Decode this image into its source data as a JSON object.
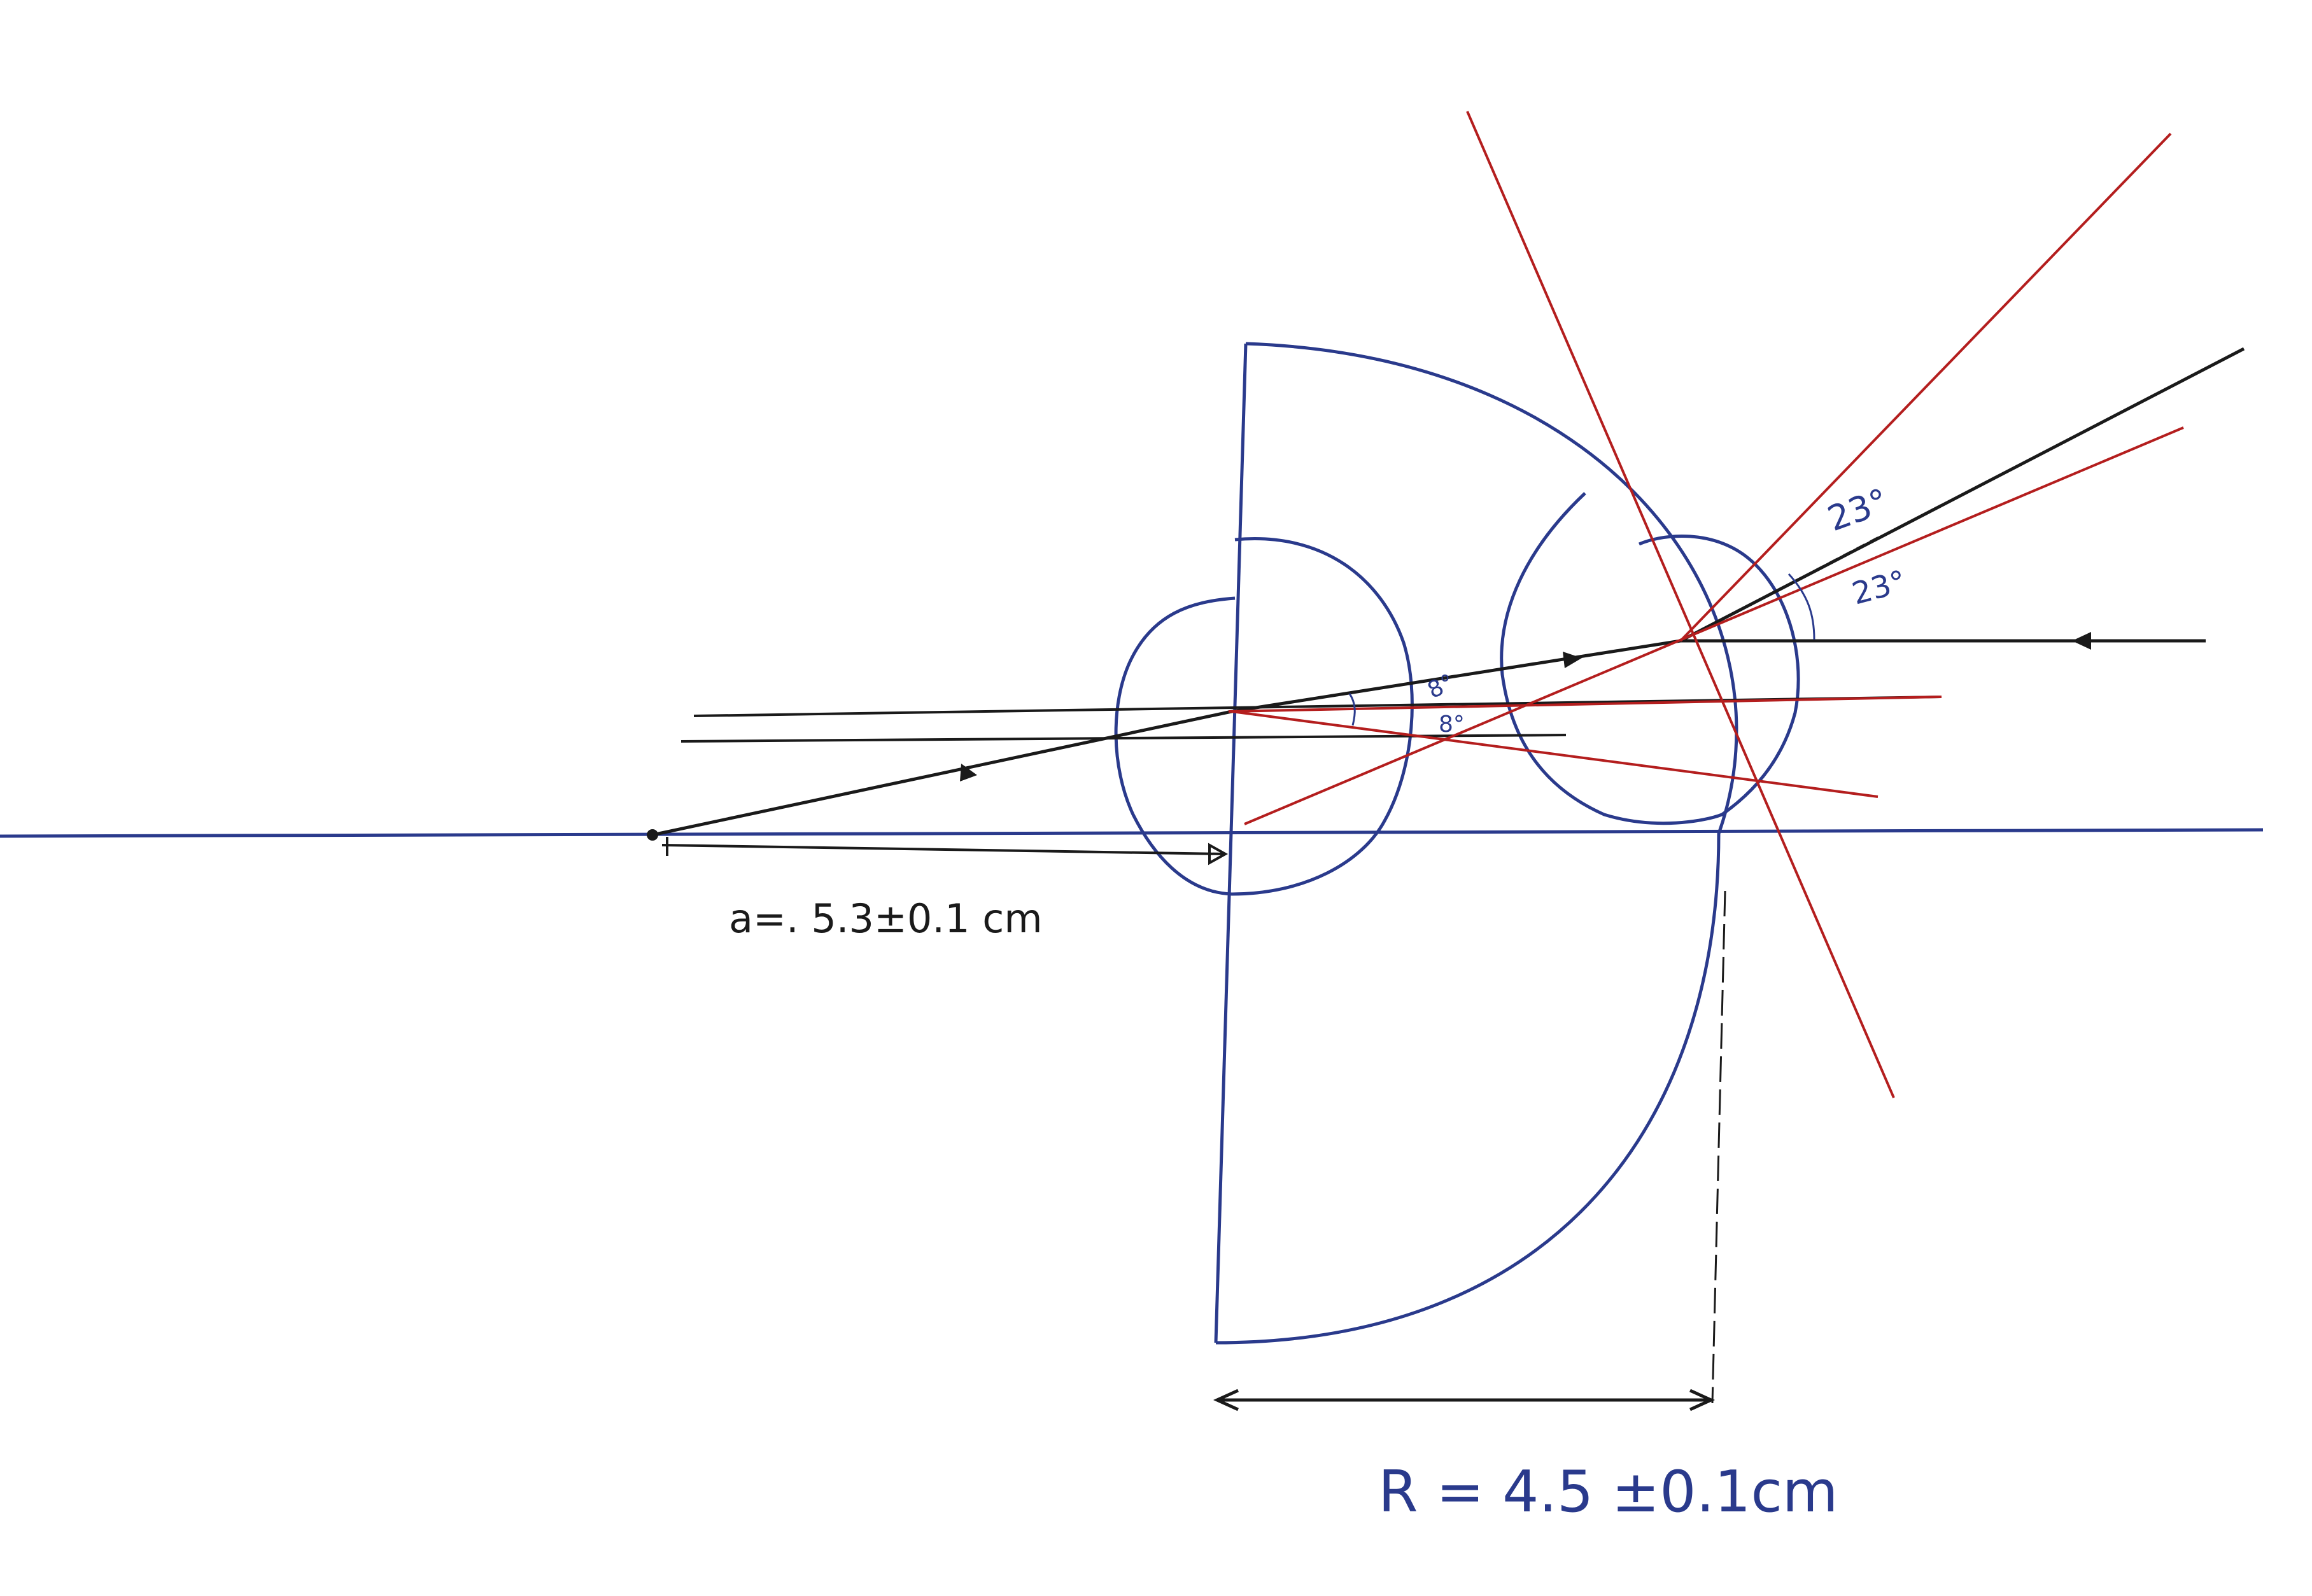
{
  "labels": {
    "a_measure": "a=. 5.3±0.1 cm",
    "r_measure": "R = 4.5 ±0.1cm",
    "angle_top": "23°",
    "angle_bottom": "23°",
    "angle_small_top": "8°",
    "angle_small_bottom": "8°"
  },
  "colors": {
    "ink_black": "#1a1a1a",
    "ink_blue": "#2a3a8c",
    "ink_red": "#b41e1e"
  }
}
